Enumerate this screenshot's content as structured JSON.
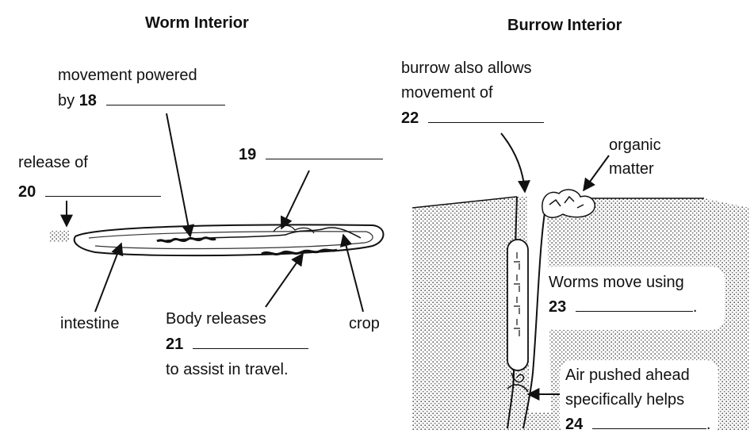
{
  "titles": {
    "worm_interior": "Worm Interior",
    "burrow_interior": "Burrow Interior"
  },
  "labels": {
    "movement_powered_line1": "movement powered",
    "movement_powered_by": "by",
    "num_18": "18",
    "num_19": "19",
    "release_of": "release of",
    "num_20": "20",
    "intestine": "intestine",
    "body_releases": "Body releases",
    "num_21": "21",
    "assist_travel": "to assist in travel.",
    "crop": "crop",
    "burrow_allows_line1": "burrow also allows",
    "burrow_allows_line2": "movement of",
    "num_22": "22",
    "organic": "organic",
    "matter": "matter",
    "worms_move_using": "Worms move using",
    "num_23": "23",
    "period_23": ".",
    "air_pushed": "Air pushed ahead",
    "specifically_helps": "specifically helps",
    "num_24": "24",
    "period_24": "."
  }
}
